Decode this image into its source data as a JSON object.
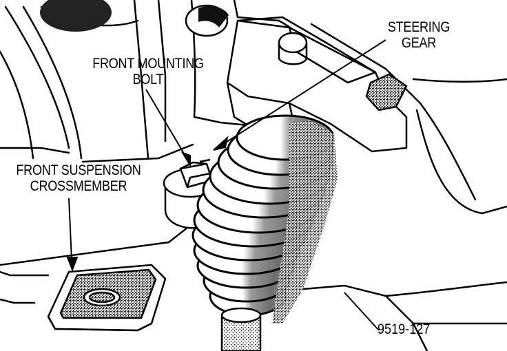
{
  "diagram": {
    "labels": {
      "steering_gear": "STEERING\nGEAR",
      "front_mounting_bolt": "FRONT MOUNTING\nBOLT",
      "front_suspension_crossmember": "FRONT SUSPENSION\nCROSSMEMBER"
    },
    "figure_number": "9519-127"
  }
}
